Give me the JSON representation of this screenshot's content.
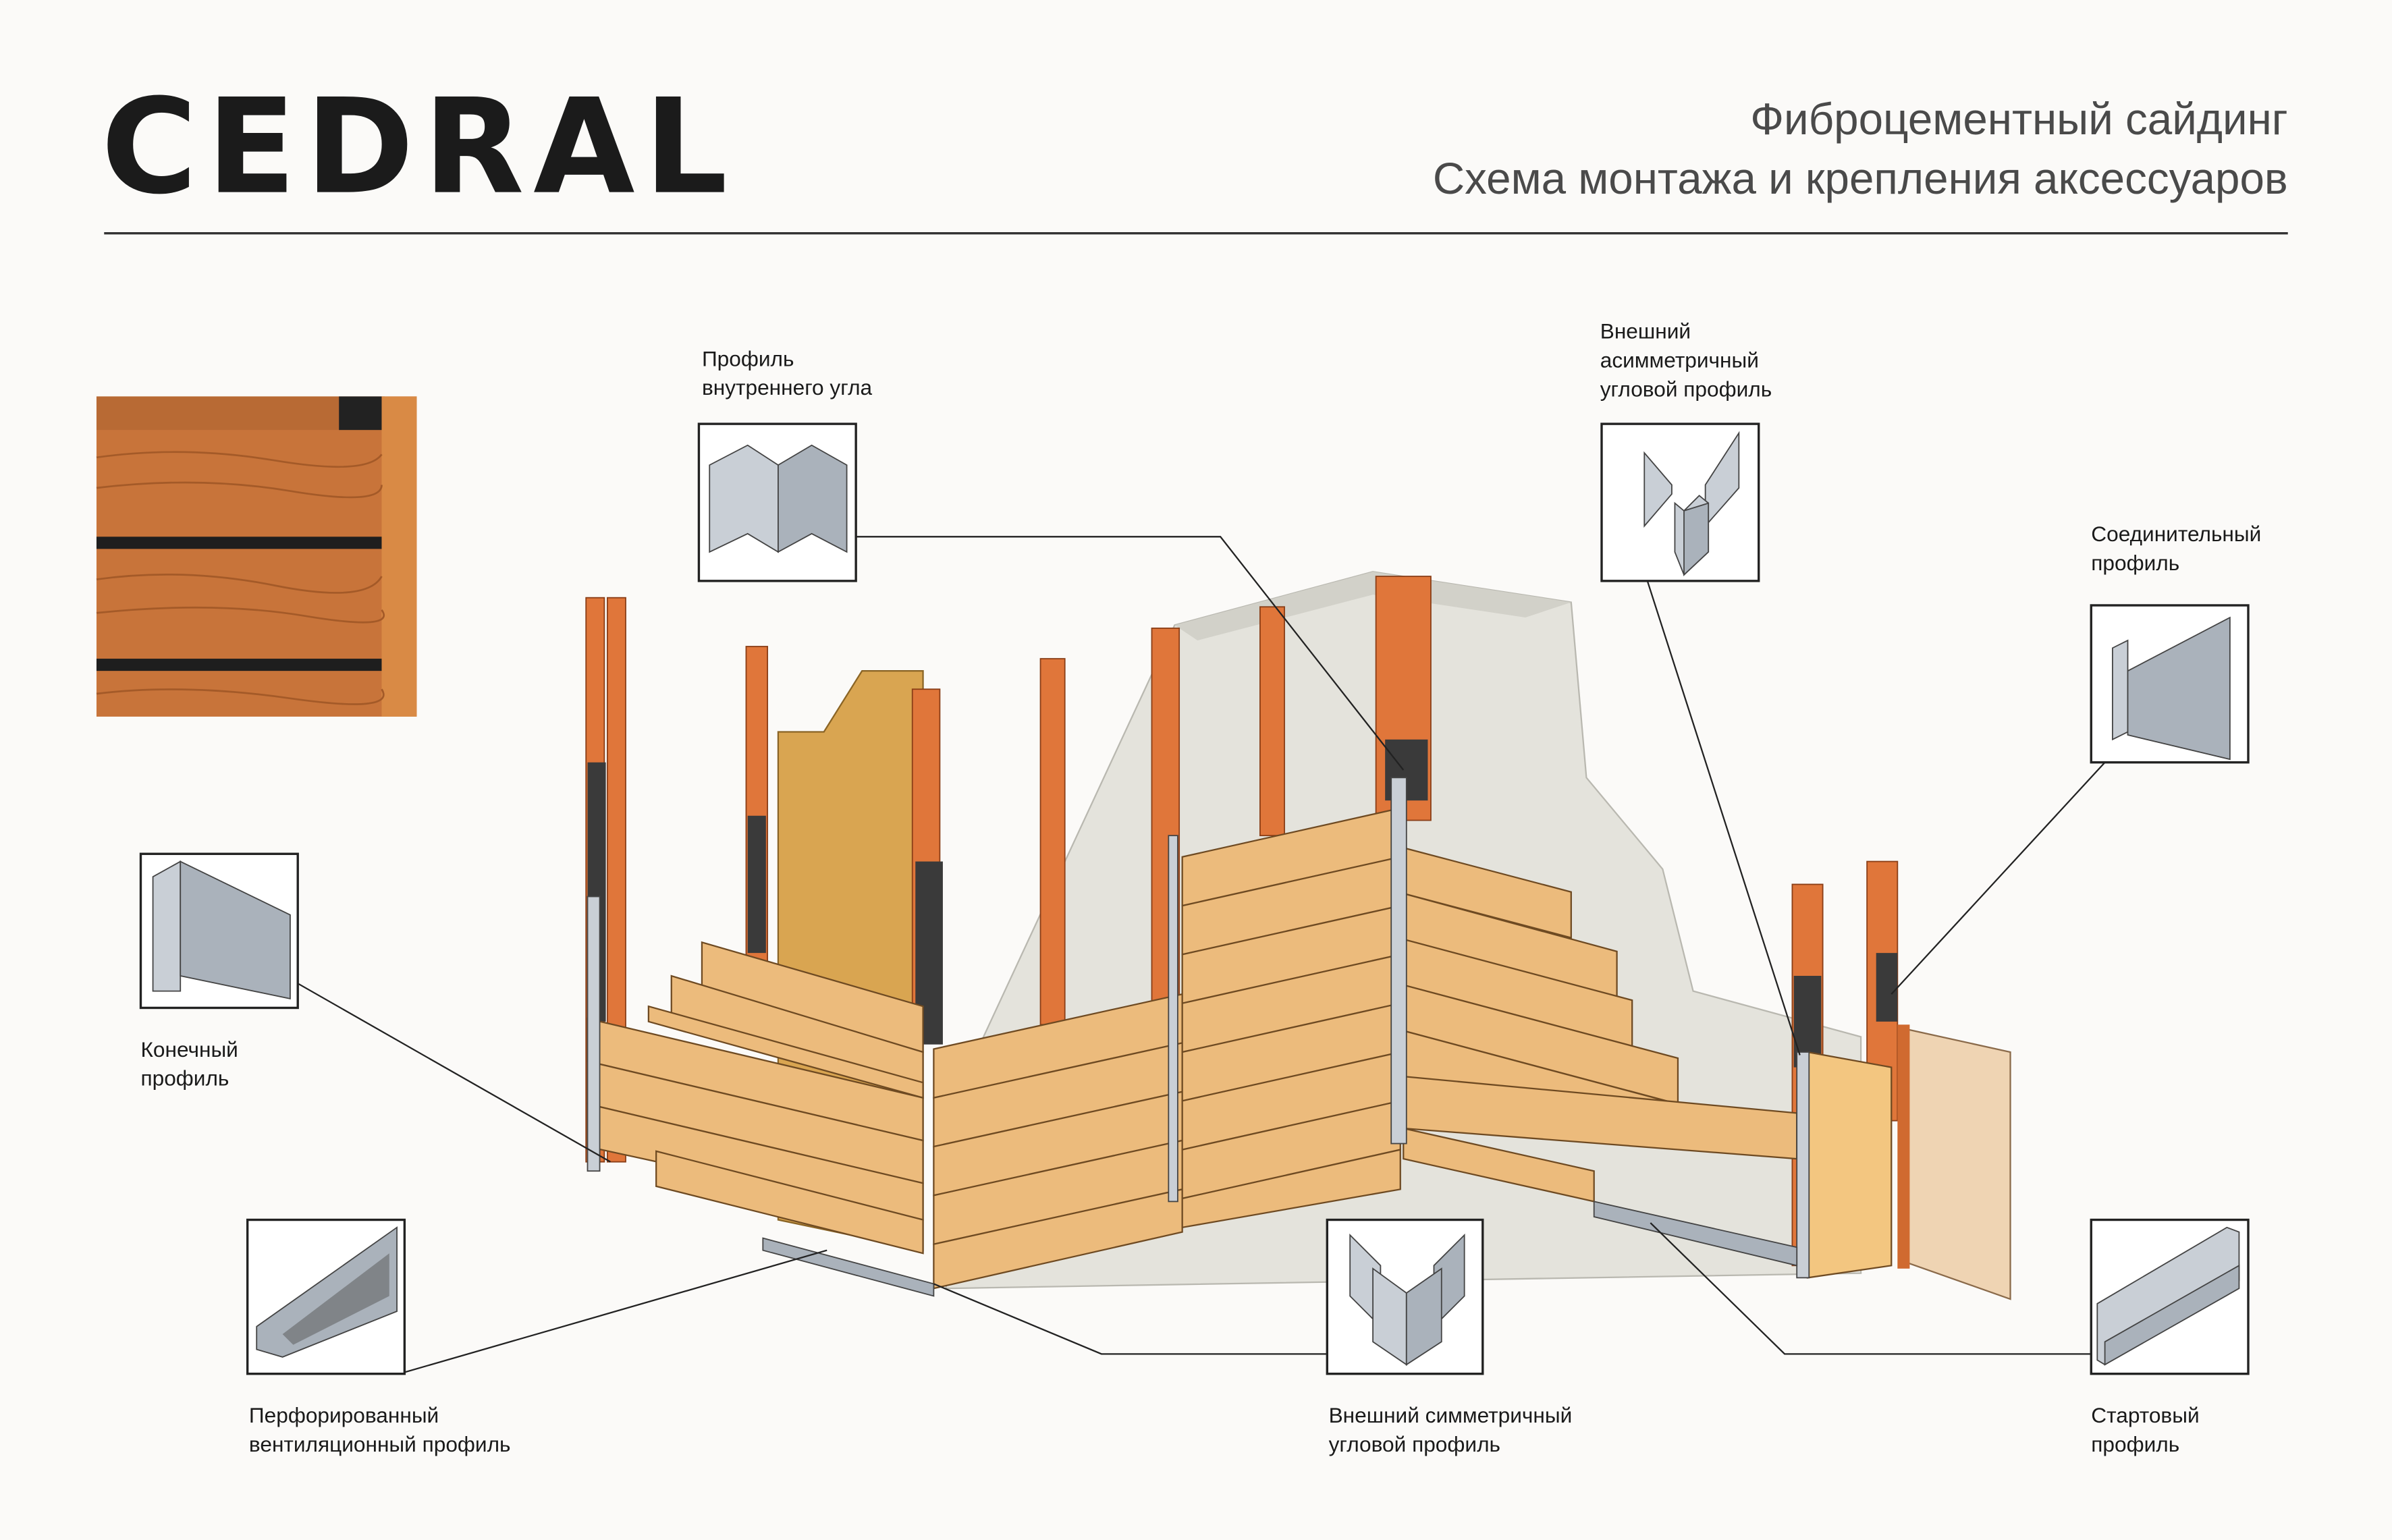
{
  "logo": {
    "text": "CEDRAL"
  },
  "header": {
    "title_line1": "Фиброцементный сайдинг",
    "title_line2": "Схема монтажа и крепления аксессуаров"
  },
  "callouts": {
    "inner_corner": {
      "lines": [
        "Профиль",
        "внутреннего угла"
      ],
      "icon": "inner-corner-profile-icon"
    },
    "external_asymmetric": {
      "lines": [
        "Внешний",
        "асимметричный",
        "угловой профиль"
      ],
      "icon": "asymmetric-corner-profile-icon"
    },
    "connecting": {
      "lines": [
        "Соединительный",
        "профиль"
      ],
      "icon": "connecting-profile-icon"
    },
    "end": {
      "lines": [
        "Конечный",
        "профиль"
      ],
      "icon": "end-profile-icon"
    },
    "perforated": {
      "lines": [
        "Перфорированный",
        "вентиляционный профиль"
      ],
      "icon": "perforated-profile-icon"
    },
    "external_symmetric": {
      "lines": [
        "Внешний симметричный",
        "угловой профиль"
      ],
      "icon": "symmetric-corner-profile-icon"
    },
    "starter": {
      "lines": [
        "Стартовый",
        "профиль"
      ],
      "icon": "starter-profile-icon"
    }
  },
  "colors": {
    "siding": "#ecbb7c",
    "stud": "#e0763a",
    "wall": "#e4e3dc",
    "sample": "#c8743a"
  }
}
